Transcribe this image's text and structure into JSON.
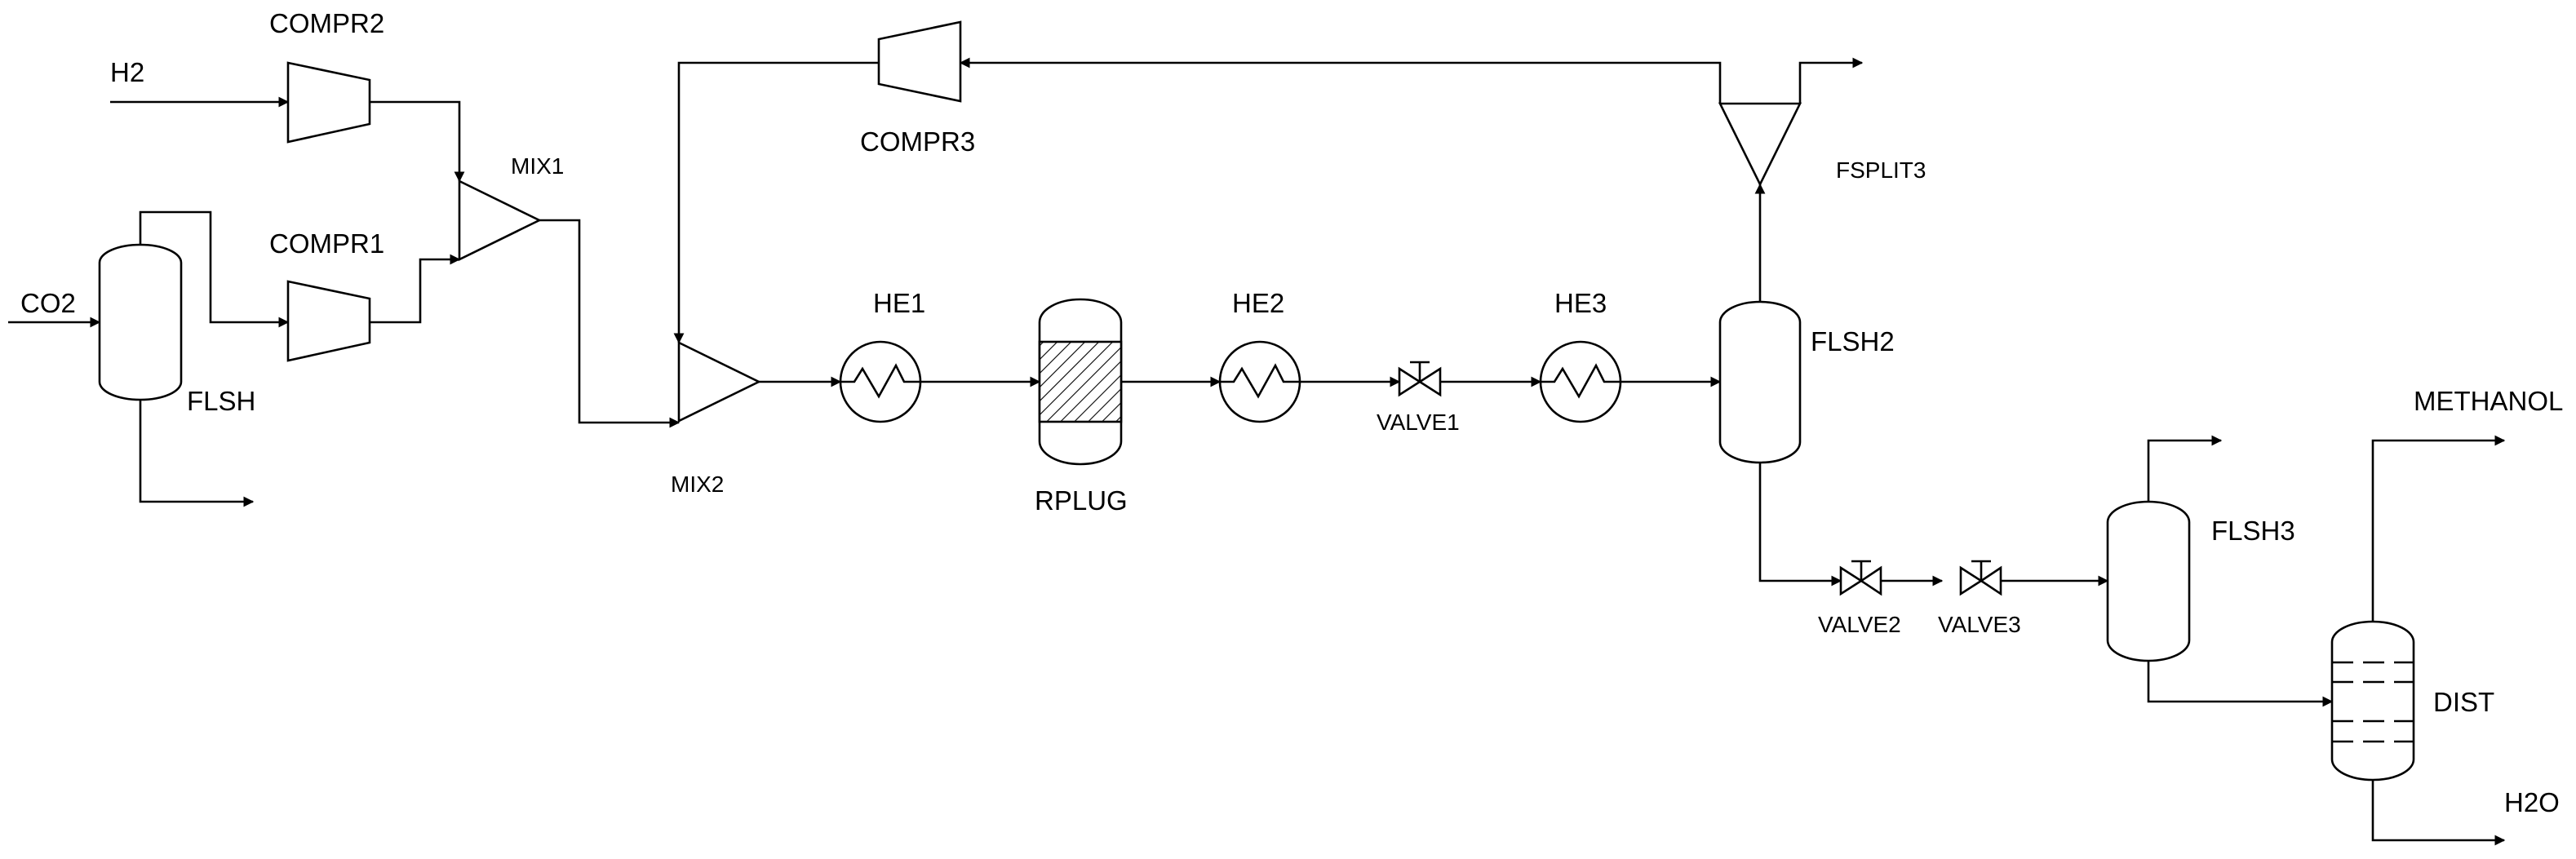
{
  "streams": {
    "feed_h2": "H2",
    "feed_co2": "CO2",
    "product_methanol": "METHANOL",
    "product_water": "H2O"
  },
  "units": {
    "compr1": "COMPR1",
    "compr2": "COMPR2",
    "compr3": "COMPR3",
    "mix1": "MIX1",
    "mix2": "MIX2",
    "flsh": "FLSH",
    "flsh2": "FLSH2",
    "flsh3": "FLSH3",
    "he1": "HE1",
    "he2": "HE2",
    "he3": "HE3",
    "rplug": "RPLUG",
    "valve1": "VALVE1",
    "valve2": "VALVE2",
    "valve3": "VALVE3",
    "fsplit3": "FSPLIT3",
    "dist": "DIST"
  }
}
